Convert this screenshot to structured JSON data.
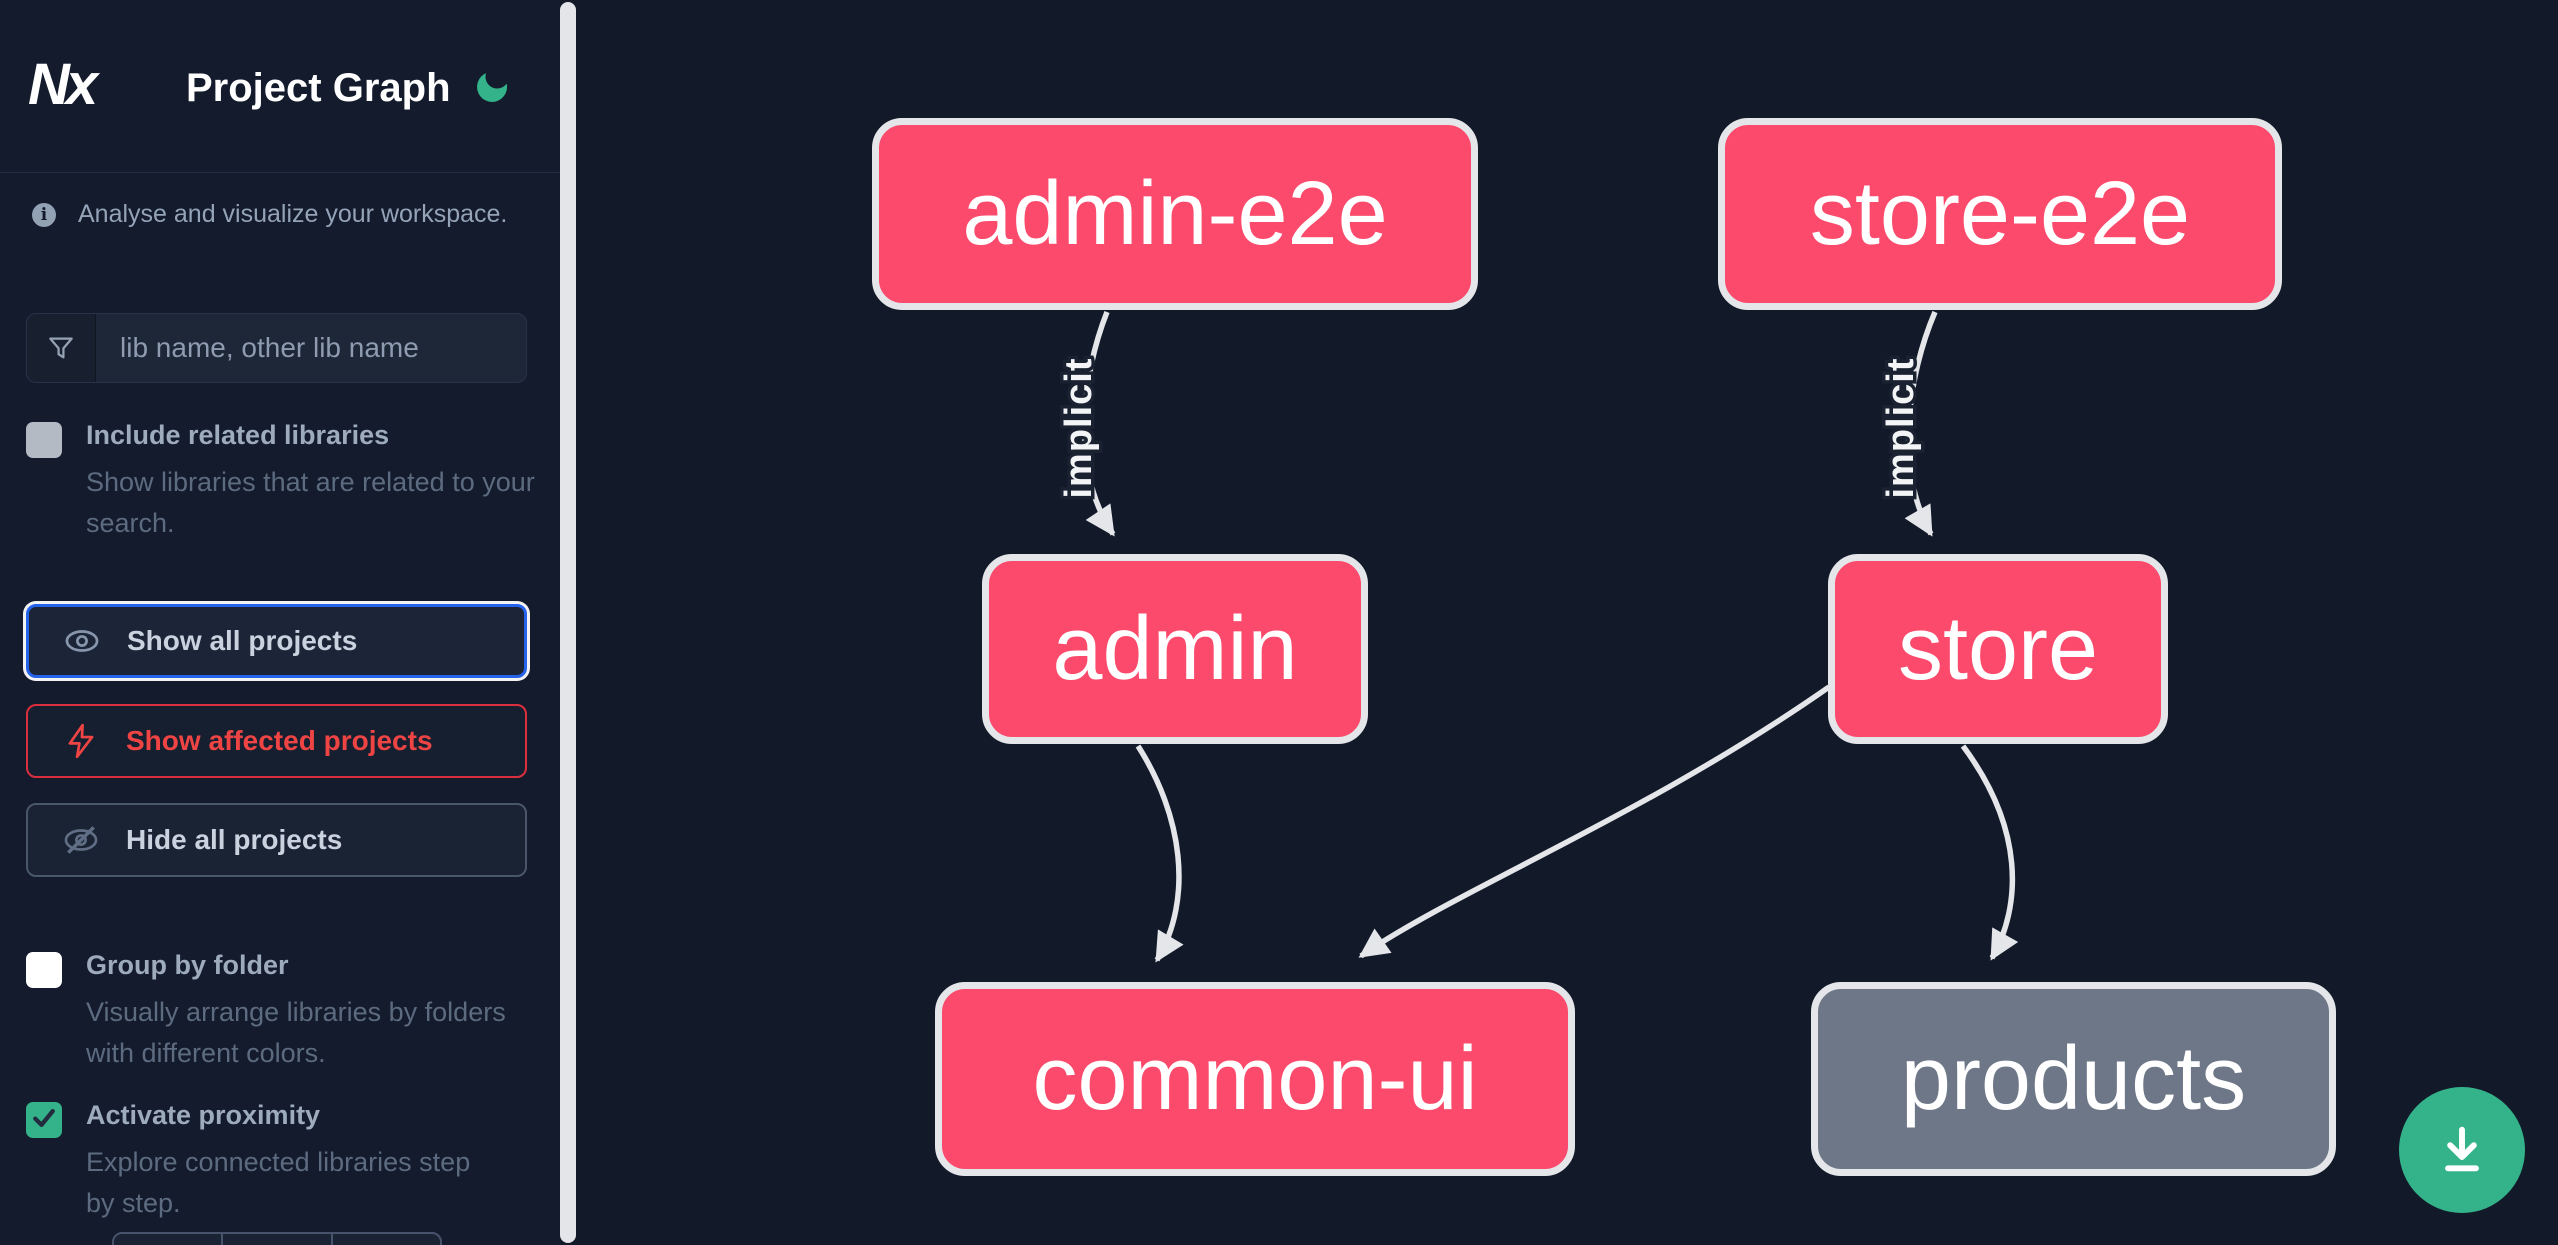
{
  "header": {
    "logo": "Nx",
    "title": "Project Graph",
    "theme_icon": "moon-icon"
  },
  "sidebar": {
    "tagline": "Analyse and visualize your workspace.",
    "tagline_icon": "info-icon",
    "search": {
      "placeholder": "lib name, other lib name",
      "value": "",
      "icon": "filter-funnel-icon"
    },
    "toggles": [
      {
        "label": "Include related libraries",
        "description": "Show libraries that are related to your search.",
        "checked": false
      },
      {
        "label": "Group by folder",
        "description": "Visually arrange libraries by folders with different colors.",
        "checked": false
      },
      {
        "label": "Activate proximity",
        "description": "Explore connected libraries step by step.",
        "checked": true
      }
    ],
    "buttons": [
      {
        "label": "Show all projects",
        "icon": "eye-icon",
        "state": "focused"
      },
      {
        "label": "Show affected projects",
        "icon": "lightning-bolt-icon",
        "state": "affected"
      },
      {
        "label": "Hide all projects",
        "icon": "eye-off-icon",
        "state": "default"
      }
    ]
  },
  "graph": {
    "nodes": [
      {
        "id": "admin-e2e",
        "label": "admin-e2e",
        "color": "pink"
      },
      {
        "id": "store-e2e",
        "label": "store-e2e",
        "color": "pink"
      },
      {
        "id": "admin",
        "label": "admin",
        "color": "pink"
      },
      {
        "id": "store",
        "label": "store",
        "color": "pink"
      },
      {
        "id": "common-ui",
        "label": "common-ui",
        "color": "pink"
      },
      {
        "id": "products",
        "label": "products",
        "color": "gray"
      }
    ],
    "edges": [
      {
        "from": "admin-e2e",
        "to": "admin",
        "label": "implicit"
      },
      {
        "from": "store-e2e",
        "to": "store",
        "label": "implicit"
      },
      {
        "from": "admin",
        "to": "common-ui"
      },
      {
        "from": "store",
        "to": "common-ui"
      },
      {
        "from": "store",
        "to": "products"
      }
    ],
    "download_icon": "download-icon"
  },
  "colors": {
    "accent_green": "#34b38a",
    "node_pink": "#fb4a6c",
    "node_gray": "#6e7787",
    "affected_red": "#ef4444",
    "focus_blue": "#2563eb",
    "edge_gray": "#e4e6ea"
  }
}
